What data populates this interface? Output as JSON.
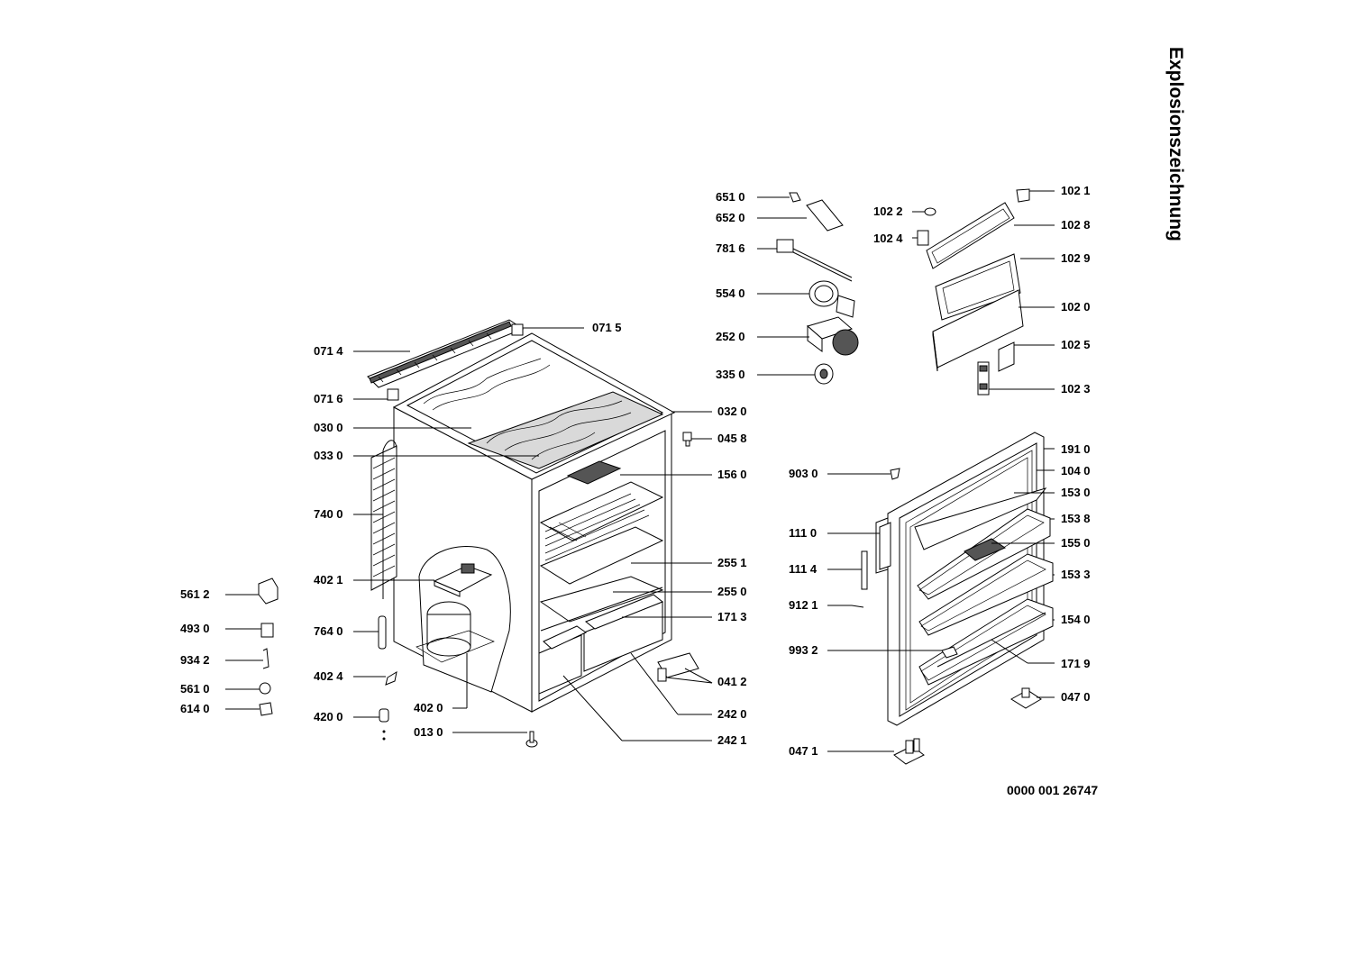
{
  "title": "Explosionszeichnung",
  "document_number": "0000 001 26747",
  "part_labels": {
    "p6510": "651 0",
    "p6520": "652 0",
    "p7816": "781 6",
    "p5540": "554 0",
    "p2520": "252 0",
    "p3350": "335 0",
    "p0715": "071 5",
    "p0714": "071 4",
    "p0716": "071 6",
    "p0300": "030 0",
    "p0330": "033 0",
    "p7400": "740 0",
    "p4021": "402 1",
    "p7640": "764 0",
    "p4024": "402 4",
    "p4200": "420 0",
    "p4020": "402 0",
    "p0130": "013 0",
    "p5612": "561 2",
    "p4930": "493 0",
    "p9342": "934 2",
    "p5610": "561 0",
    "p6140": "614 0",
    "p0320": "032 0",
    "p0458": "045 8",
    "p1560": "156 0",
    "p2551": "255 1",
    "p2550": "255 0",
    "p1713": "171 3",
    "p0412": "041 2",
    "p2420": "242 0",
    "p2421": "242 1",
    "p1022": "102 2",
    "p1024": "102 4",
    "p1021": "102 1",
    "p1028": "102 8",
    "p1029": "102 9",
    "p1020": "102 0",
    "p1025": "102 5",
    "p1023": "102 3",
    "p1910": "191 0",
    "p1040": "104 0",
    "p1530": "153 0",
    "p1538": "153 8",
    "p1550": "155 0",
    "p1533": "153 3",
    "p1540": "154 0",
    "p1719": "171 9",
    "p0470": "047 0",
    "p0471": "047 1",
    "p9030": "903 0",
    "p1110": "111 0",
    "p1114": "111 4",
    "p9121": "912 1",
    "p9932": "993 2"
  }
}
